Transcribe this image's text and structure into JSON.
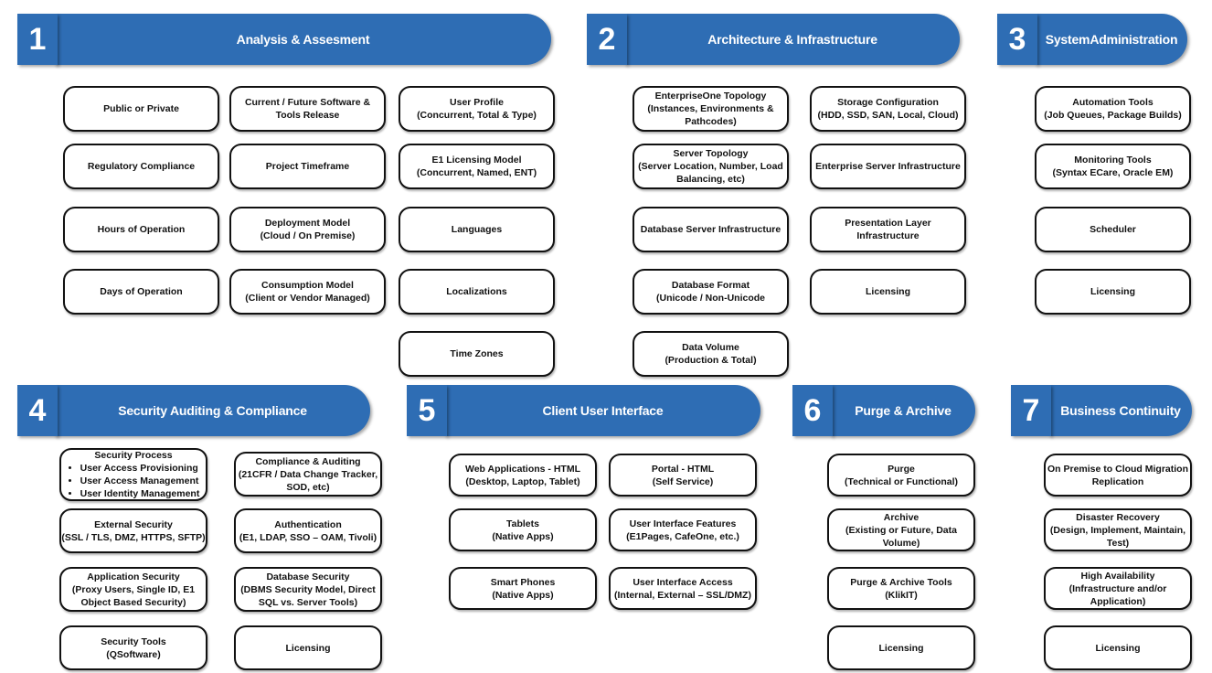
{
  "sections": [
    {
      "number": "1",
      "title": [
        "Analysis & Assesment"
      ],
      "items": [
        [
          "Public or Private"
        ],
        [
          "Regulatory Compliance"
        ],
        [
          "Hours of Operation"
        ],
        [
          "Days of Operation"
        ],
        [
          "Current / Future Software &",
          "Tools Release"
        ],
        [
          "Project Timeframe"
        ],
        [
          "Deployment Model",
          "(Cloud / On Premise)"
        ],
        [
          "Consumption Model",
          "(Client or Vendor Managed)"
        ],
        [
          "User Profile",
          "(Concurrent, Total & Type)"
        ],
        [
          "E1 Licensing Model",
          "(Concurrent, Named, ENT)"
        ],
        [
          "Languages"
        ],
        [
          "Localizations"
        ],
        [
          "Time Zones"
        ]
      ]
    },
    {
      "number": "2",
      "title": [
        "Architecture & Infrastructure"
      ],
      "items": [
        [
          "EnterpriseOne Topology",
          "(Instances, Environments &",
          "Pathcodes)"
        ],
        [
          "Server  Topology",
          "(Server Location, Number, Load",
          "Balancing, etc)"
        ],
        [
          "Database Server Infrastructure"
        ],
        [
          "Database Format",
          "(Unicode / Non-Unicode"
        ],
        [
          "Data Volume",
          "(Production & Total)"
        ],
        [
          "Storage Configuration",
          "(HDD, SSD, SAN, Local, Cloud)"
        ],
        [
          "Enterprise Server Infrastructure"
        ],
        [
          "Presentation Layer",
          "Infrastructure"
        ],
        [
          "Licensing"
        ]
      ]
    },
    {
      "number": "3",
      "title": [
        "System",
        "Administration"
      ],
      "items": [
        [
          "Automation Tools",
          "(Job Queues, Package Builds)"
        ],
        [
          "Monitoring Tools",
          "(Syntax ECare, Oracle EM)"
        ],
        [
          "Scheduler"
        ],
        [
          "Licensing"
        ]
      ]
    },
    {
      "number": "4",
      "title": [
        "Security Auditing & Compliance"
      ],
      "security_process": {
        "title": "Security Process",
        "bullets": [
          "User Access Provisioning",
          "User Access Management",
          "User Identity Management"
        ]
      },
      "items": [
        [
          "External Security",
          "(SSL / TLS, DMZ, HTTPS, SFTP)"
        ],
        [
          "Application Security",
          "(Proxy Users, Single ID, E1",
          "Object Based Security)"
        ],
        [
          "Security Tools",
          "(QSoftware)"
        ],
        [
          "Compliance & Auditing",
          "(21CFR / Data Change Tracker,",
          "SOD, etc)"
        ],
        [
          "Authentication",
          "(E1, LDAP, SSO – OAM, Tivoli)"
        ],
        [
          "Database Security",
          "(DBMS Security Model, Direct",
          "SQL vs. Server Tools)"
        ],
        [
          "Licensing"
        ]
      ]
    },
    {
      "number": "5",
      "title": [
        "Client User Interface"
      ],
      "items": [
        [
          "Web Applications - HTML",
          "(Desktop, Laptop, Tablet)"
        ],
        [
          "Tablets",
          "(Native Apps)"
        ],
        [
          "Smart Phones",
          "(Native Apps)"
        ],
        [
          "Portal - HTML",
          "(Self Service)"
        ],
        [
          "User Interface Features",
          "(E1Pages, CafeOne, etc.)"
        ],
        [
          "User Interface Access",
          "(Internal, External – SSL/DMZ)"
        ]
      ]
    },
    {
      "number": "6",
      "title": [
        "Purge & Archive"
      ],
      "items": [
        [
          "Purge",
          "(Technical or Functional)"
        ],
        [
          "Archive",
          "(Existing or Future, Data",
          "Volume)"
        ],
        [
          "Purge & Archive Tools",
          "(KlikIT)"
        ],
        [
          "Licensing"
        ]
      ]
    },
    {
      "number": "7",
      "title": [
        "Business Continuity"
      ],
      "items": [
        [
          "On Premise to Cloud Migration",
          "Replication"
        ],
        [
          "Disaster Recovery",
          "(Design, Implement, Maintain,",
          "Test)"
        ],
        [
          "High Availability",
          "(Infrastructure and/or",
          "Application)"
        ],
        [
          "Licensing"
        ]
      ]
    }
  ]
}
